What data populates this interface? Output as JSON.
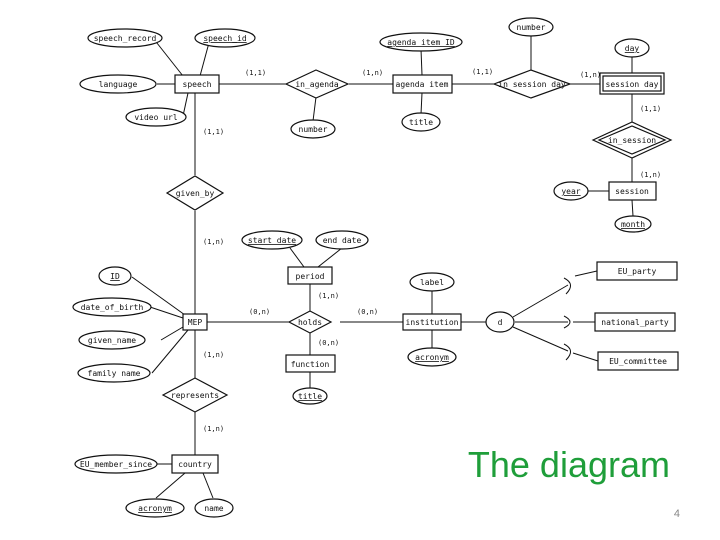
{
  "slide": {
    "title": "The diagram",
    "page_number": "4"
  },
  "colors": {
    "title": "#1f9e3a",
    "ink": "#111111"
  },
  "entities": {
    "speech": "speech",
    "agenda_item": "agenda item",
    "session_day": "session day",
    "session": "session",
    "period": "period",
    "mep": "MEP",
    "institution": "institution",
    "function": "function",
    "country": "country",
    "eu_party": "EU_party",
    "national_party": "national_party",
    "eu_committee": "EU_committee"
  },
  "relationships": {
    "in_agenda": "in_agenda",
    "in_session_day": "in session day",
    "in_session": "in_session",
    "given_by": "given_by",
    "holds": "holds",
    "represents": "represents",
    "specialization": "d"
  },
  "attributes": {
    "speech_record": "speech_record",
    "speech_id": "speech_id",
    "language": "language",
    "video_url": "video url",
    "agenda_item_id": "agenda item ID",
    "number_top": "number",
    "number_agenda": "number",
    "title_agenda": "title",
    "day": "day",
    "year": "year",
    "month": "month",
    "start_date": "start date",
    "end_date": "end date",
    "id": "ID",
    "date_of_birth": "date_of_birth",
    "given_name": "given_name",
    "family_name": "family name",
    "label": "label",
    "acronym_inst": "acronym",
    "title_function": "title",
    "eu_member_since": "EU_member_since",
    "acronym_country": "acronym",
    "name": "name"
  },
  "cardinalities": {
    "speech_in_agenda": "(1,1)",
    "agenda_in_agenda": "(1,n)",
    "agenda_in_session_day": "(1,1)",
    "session_day_in_session_day": "(1,n)",
    "session_day_in_session": "(1,1)",
    "session_in_session": "(1,n)",
    "speech_given_by": "(1,1)",
    "mep_given_by": "(1,n)",
    "period_holds": "(1,n)",
    "mep_holds": "(0,n)",
    "institution_holds": "(0,n)",
    "function_holds": "(0,n)",
    "mep_represents": "(1,n)",
    "country_represents": "(1,n)"
  }
}
